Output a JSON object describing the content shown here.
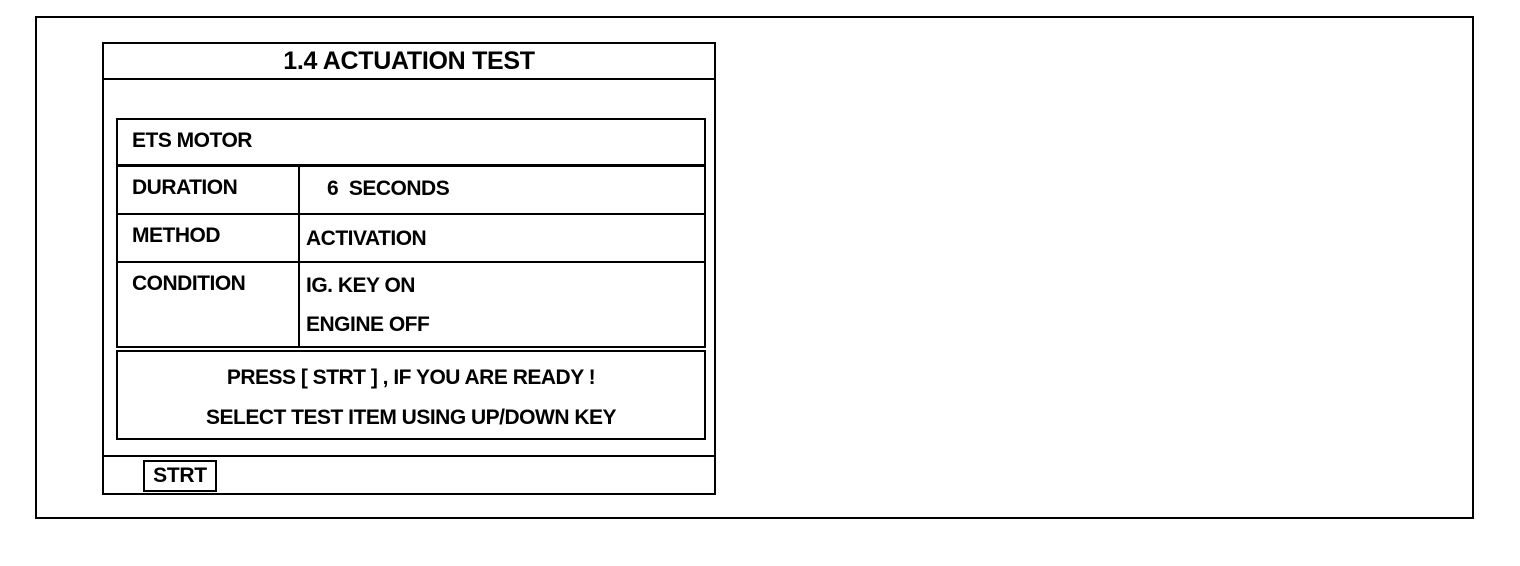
{
  "screen": {
    "title": "1.4  ACTUATION TEST",
    "test_item": "ETS MOTOR",
    "rows": {
      "duration": {
        "label": "DURATION",
        "value": "6  SECONDS"
      },
      "method": {
        "label": "METHOD",
        "value": "ACTIVATION"
      },
      "condition": {
        "label": "CONDITION",
        "values": [
          "IG. KEY ON",
          "ENGINE OFF"
        ]
      }
    },
    "messages": [
      "PRESS [ STRT ] , IF YOU ARE READY !",
      "SELECT TEST ITEM USING UP/DOWN KEY"
    ]
  },
  "softkeys": {
    "start_label": "STRT"
  }
}
